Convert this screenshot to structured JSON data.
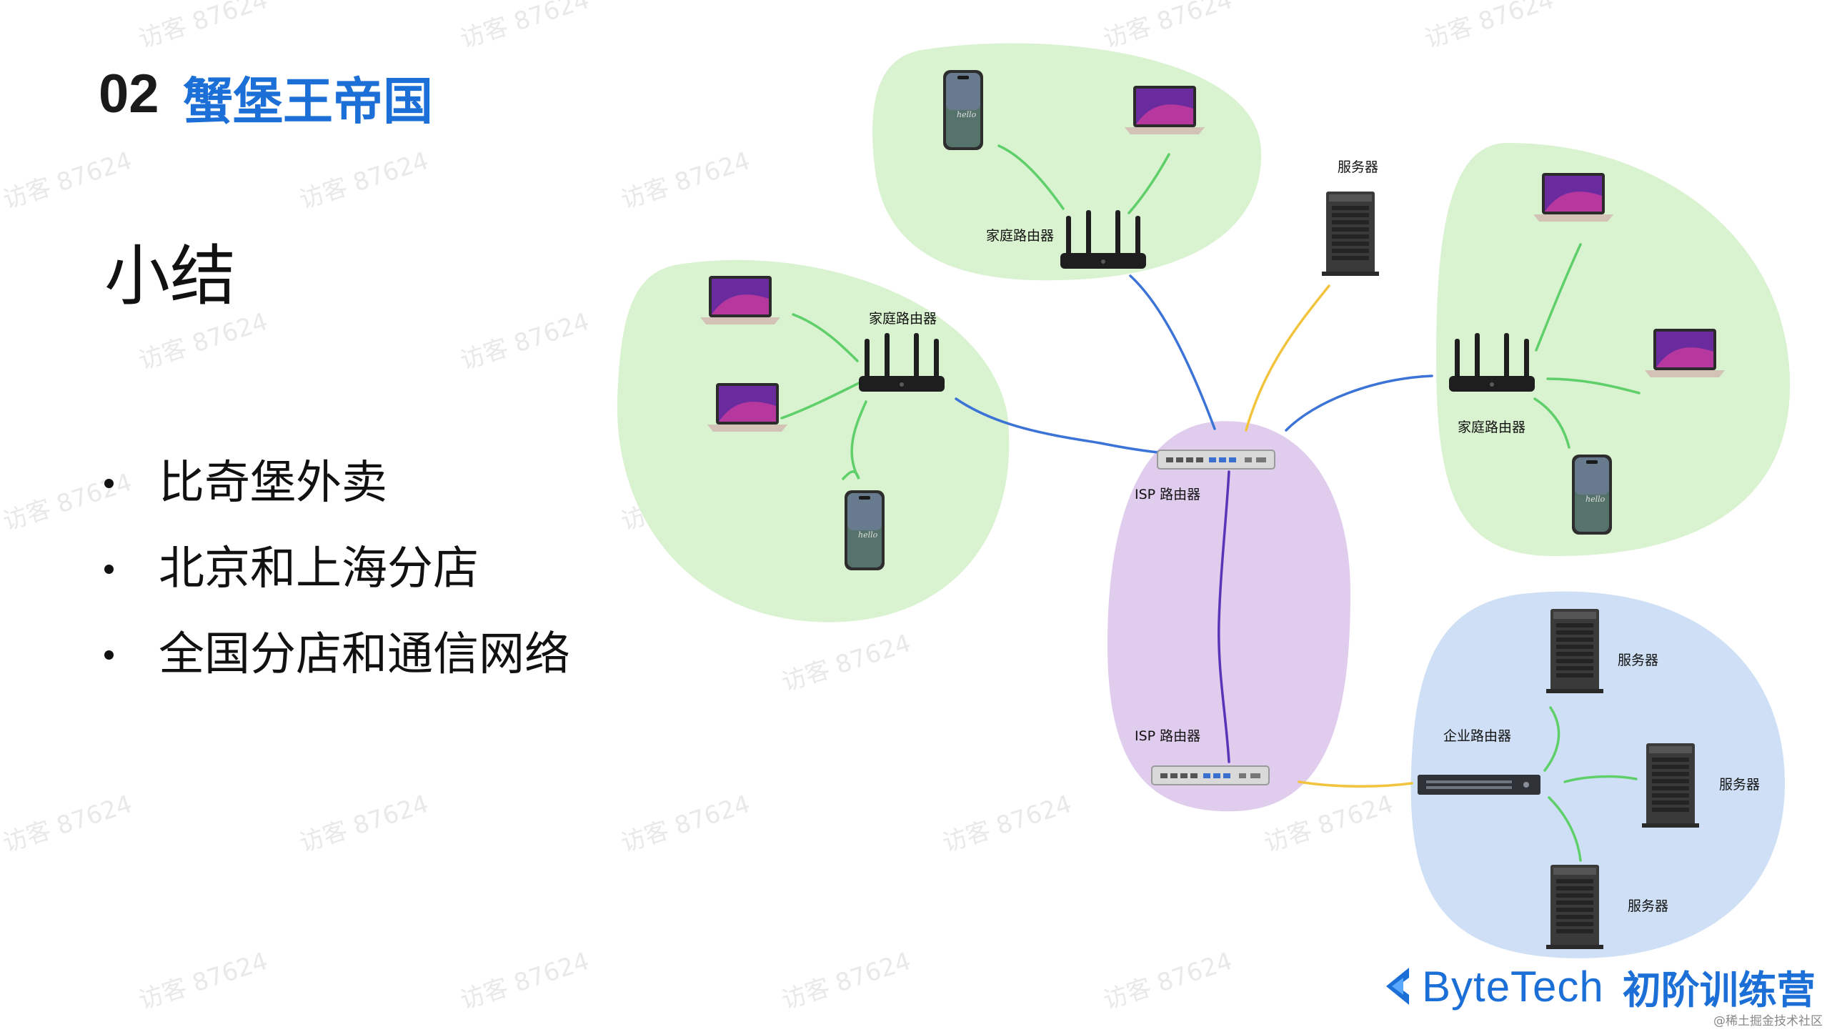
{
  "header": {
    "section_number": "02",
    "section_title": "蟹堡王帝国"
  },
  "summary_title": "小结",
  "bullets": [
    "比奇堡外卖",
    "北京和上海分店",
    "全国分店和通信网络"
  ],
  "watermark": "访客 87624",
  "diagram": {
    "home_router_top": "家庭路由器",
    "home_router_left": "家庭路由器",
    "home_router_right": "家庭路由器",
    "server_top": "服务器",
    "isp_router_upper": "ISP 路由器",
    "isp_router_lower": "ISP 路由器",
    "enterprise_router": "企业路由器",
    "server_ent_1": "服务器",
    "server_ent_2": "服务器",
    "server_ent_3": "服务器",
    "colors": {
      "home_region": "#d9f2cf",
      "isp_region": "#e0cdee",
      "enterprise_region": "#cfe0f6",
      "link_green": "#5fcf6a",
      "link_blue": "#3c73d6",
      "link_yellow": "#f2c43e",
      "link_purple": "#5a34b8"
    }
  },
  "footer": {
    "brand": "ByteTech",
    "program": "初阶训练营",
    "credit": "@稀土掘金技术社区"
  }
}
